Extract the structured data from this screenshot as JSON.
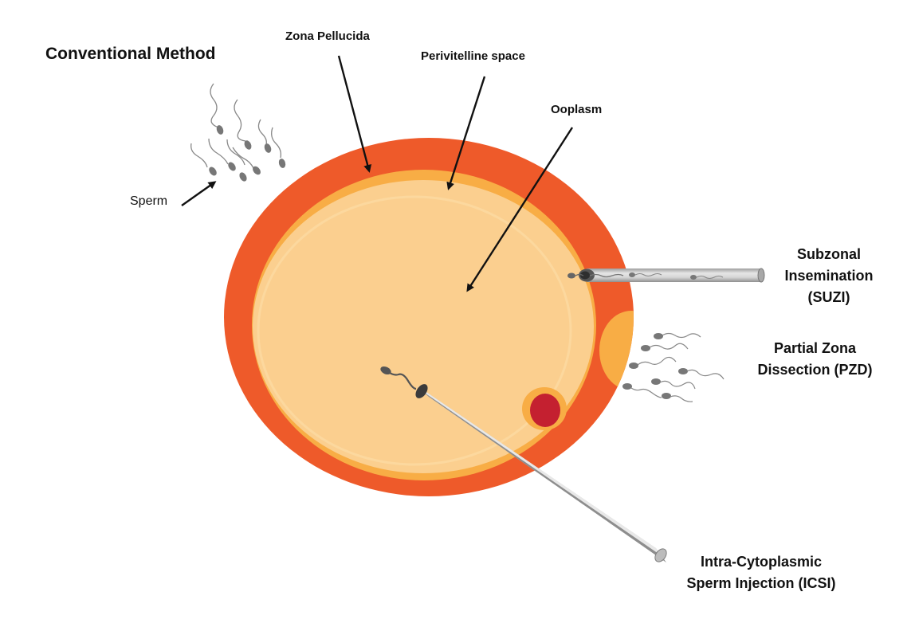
{
  "title": "Conventional Method",
  "labels": {
    "sperm": "Sperm",
    "zona_pellucida": "Zona Pellucida",
    "perivitelline_space": "Perivitelline space",
    "ooplasm": "Ooplasm"
  },
  "techniques": {
    "suzi": [
      "Subzonal",
      "Insemination",
      "(SUZI)"
    ],
    "pzd": [
      "Partial Zona",
      "Dissection (PZD)"
    ],
    "icsi": [
      "Intra-Cytoplasmic",
      "Sperm Injection (ICSI)"
    ]
  },
  "colors": {
    "zona": "#ee5a2a",
    "perivitelline": "#f8ad45",
    "ooplasm": "#fbcf8f",
    "polar_body": "#c42030",
    "pipette": "#c6c6c6",
    "sperm": "#7a7a7a"
  }
}
